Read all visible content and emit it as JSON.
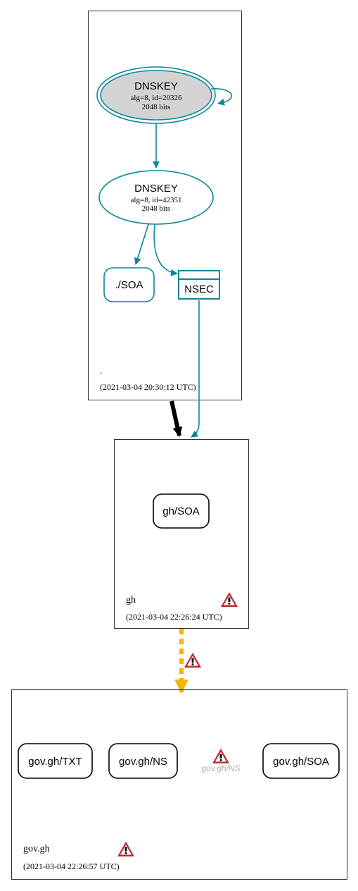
{
  "colors": {
    "teal": "#0a879a",
    "black": "#000000",
    "warning_yellow": "#f4b400",
    "ksk_fill": "#d3d3d3",
    "muted": "#b0b0b0",
    "warning_red": "#c0282d"
  },
  "zones": {
    "root": {
      "name": ".",
      "timestamp": "(2021-03-04 20:30:12 UTC)",
      "nodes": {
        "ksk": {
          "title": "DNSKEY",
          "line1": "alg=8, id=20326",
          "line2": "2048 bits"
        },
        "zsk": {
          "title": "DNSKEY",
          "line1": "alg=8, id=42351",
          "line2": "2048 bits"
        },
        "soa": {
          "label": "./SOA"
        },
        "nsec": {
          "label": "NSEC"
        }
      }
    },
    "gh": {
      "name": "gh",
      "timestamp": "(2021-03-04 22:26:24 UTC)",
      "nodes": {
        "soa": {
          "label": "gh/SOA"
        }
      },
      "warning_icon": "warning-triangle-icon"
    },
    "gov_gh": {
      "name": "gov.gh",
      "timestamp": "(2021-03-04 22:26:57 UTC)",
      "nodes": {
        "txt": {
          "label": "gov.gh/TXT"
        },
        "ns": {
          "label": "gov.gh/NS"
        },
        "ns_missing": {
          "label": "gov.gh/NS"
        },
        "soa": {
          "label": "gov.gh/SOA"
        }
      },
      "warning_icon": "warning-triangle-icon"
    }
  },
  "delegation_warning_icon": "warning-triangle-icon"
}
